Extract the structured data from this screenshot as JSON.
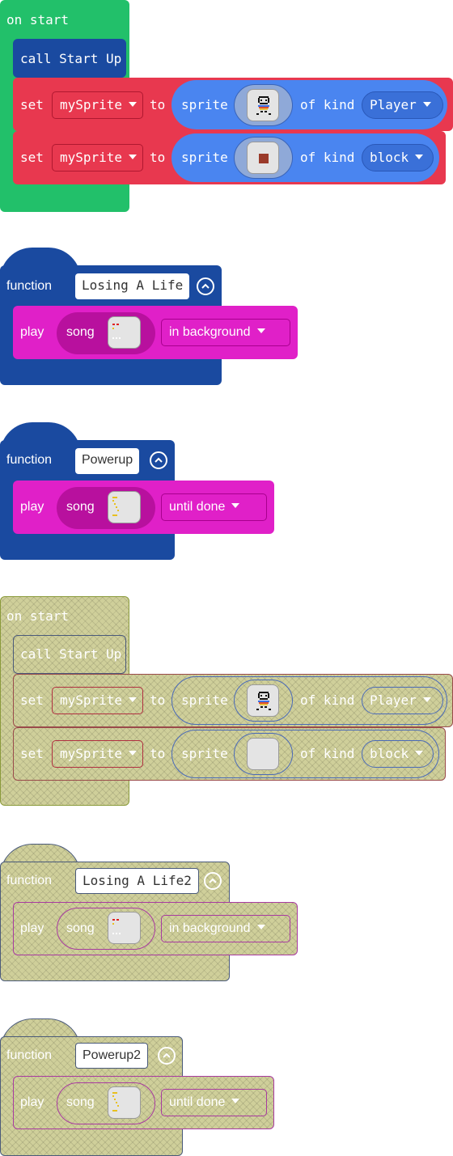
{
  "colors": {
    "event_green": "#22c06a",
    "function_navy": "#1a4aa0",
    "sprites_red": "#e8384f",
    "music_magenta": "#e020c8",
    "sprite_blue": "#4a85f0",
    "disabled_tan": "#cfcf9a"
  },
  "blocks": [
    {
      "on_start_label": "on start",
      "call_label": "call Start Up",
      "set1": {
        "set": "set",
        "variable": "mySprite",
        "to": "to",
        "sprite": "sprite",
        "of_kind": "of kind",
        "kind": "Player"
      },
      "set2": {
        "set": "set",
        "variable": "mySprite",
        "to": "to",
        "sprite": "sprite",
        "of_kind": "of kind",
        "kind": "block"
      }
    },
    {
      "function_label": "function",
      "name": "Losing A Life",
      "play": "play",
      "song": "song",
      "mode": "in background",
      "collapse_icon": "chevron-up-circle-icon"
    },
    {
      "function_label": "function",
      "name": "Powerup",
      "play": "play",
      "song": "song",
      "mode": "until done",
      "collapse_icon": "chevron-up-circle-icon"
    },
    {
      "on_start_label": "on start",
      "call_label": "call Start Up",
      "set1": {
        "set": "set",
        "variable": "mySprite",
        "to": "to",
        "sprite": "sprite",
        "of_kind": "of kind",
        "kind": "Player"
      },
      "set2": {
        "set": "set",
        "variable": "mySprite",
        "to": "to",
        "sprite": "sprite",
        "of_kind": "of kind",
        "kind": "block"
      },
      "disabled": true
    },
    {
      "function_label": "function",
      "name": "Losing A Life2",
      "play": "play",
      "song": "song",
      "mode": "in background",
      "disabled": true
    },
    {
      "function_label": "function",
      "name": "Powerup2",
      "play": "play",
      "song": "song",
      "mode": "until done",
      "disabled": true
    }
  ]
}
